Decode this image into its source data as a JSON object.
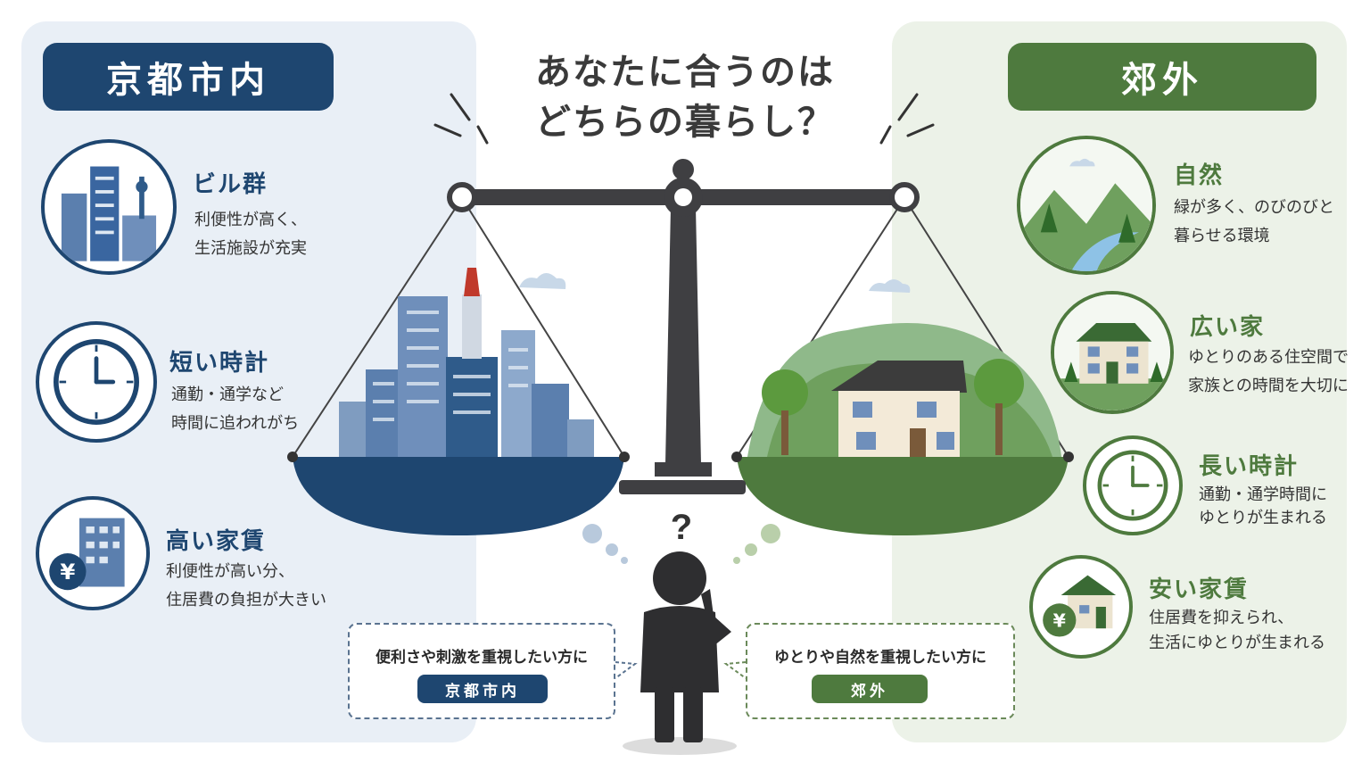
{
  "title": {
    "line1": "あなたに合うのは",
    "line2": "どちらの暮らし？"
  },
  "left": {
    "banner": "京都市内",
    "color": "#1e4670",
    "items": [
      {
        "icon": "buildings-icon",
        "title": "ビル群",
        "desc1": "利便性が高く、",
        "desc2": "生活施設が充実"
      },
      {
        "icon": "clock-icon",
        "title": "短い時計",
        "desc1": "通勤・通学など",
        "desc2": "時間に追われがち"
      },
      {
        "icon": "yen-building-icon",
        "title": "高い家賃",
        "desc1": "利便性が高い分、",
        "desc2": "住居費の負担が大きい"
      }
    ],
    "bubble": {
      "text": "便利さや刺激を重視したい方に",
      "button": "京都市内"
    }
  },
  "right": {
    "banner": "郊外",
    "color": "#4e7a3e",
    "items": [
      {
        "icon": "nature-icon",
        "title": "自然",
        "desc1": "緑が多く、のびのびと",
        "desc2": "暮らせる環境"
      },
      {
        "icon": "house-icon",
        "title": "広い家",
        "desc1": "ゆとりのある住空間で",
        "desc2": "家族との時間を大切に"
      },
      {
        "icon": "clock-icon",
        "title": "長い時計",
        "desc1": "通勤・通学時間に",
        "desc2": "ゆとりが生まれる"
      },
      {
        "icon": "yen-house-icon",
        "title": "安い家賃",
        "desc1": "住居費を抑えられ、",
        "desc2": "生活にゆとりが生まれる"
      }
    ],
    "bubble": {
      "text": "ゆとりや自然を重視したい方に",
      "button": "郊外"
    }
  }
}
